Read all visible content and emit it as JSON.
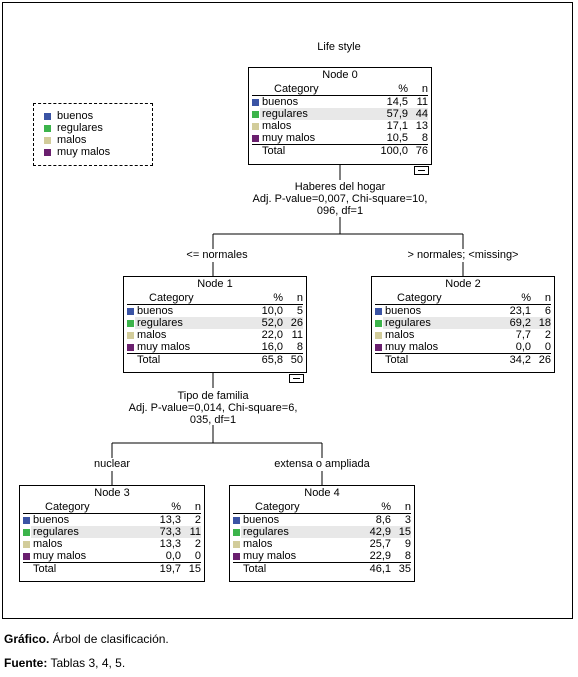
{
  "title": "Life style",
  "legend": [
    {
      "label": "buenos",
      "color": "#3a53a4"
    },
    {
      "label": "regulares",
      "color": "#3cb44b"
    },
    {
      "label": "malos",
      "color": "#d2cc9a"
    },
    {
      "label": "muy malos",
      "color": "#6a1f6e"
    }
  ],
  "headers": {
    "category": "Category",
    "pct": "%",
    "n": "n",
    "total": "Total"
  },
  "nodes": {
    "n0": {
      "title": "Node 0",
      "rows": [
        {
          "cat": "buenos",
          "pct": "14,5",
          "n": "11"
        },
        {
          "cat": "regulares",
          "pct": "57,9",
          "n": "44"
        },
        {
          "cat": "malos",
          "pct": "17,1",
          "n": "13"
        },
        {
          "cat": "muy malos",
          "pct": "10,5",
          "n": "8"
        }
      ],
      "total_pct": "100,0",
      "total_n": "76"
    },
    "n1": {
      "title": "Node 1",
      "rows": [
        {
          "cat": "buenos",
          "pct": "10,0",
          "n": "5"
        },
        {
          "cat": "regulares",
          "pct": "52,0",
          "n": "26"
        },
        {
          "cat": "malos",
          "pct": "22,0",
          "n": "11"
        },
        {
          "cat": "muy malos",
          "pct": "16,0",
          "n": "8"
        }
      ],
      "total_pct": "65,8",
      "total_n": "50"
    },
    "n2": {
      "title": "Node 2",
      "rows": [
        {
          "cat": "buenos",
          "pct": "23,1",
          "n": "6"
        },
        {
          "cat": "regulares",
          "pct": "69,2",
          "n": "18"
        },
        {
          "cat": "malos",
          "pct": "7,7",
          "n": "2"
        },
        {
          "cat": "muy malos",
          "pct": "0,0",
          "n": "0"
        }
      ],
      "total_pct": "34,2",
      "total_n": "26"
    },
    "n3": {
      "title": "Node 3",
      "rows": [
        {
          "cat": "buenos",
          "pct": "13,3",
          "n": "2"
        },
        {
          "cat": "regulares",
          "pct": "73,3",
          "n": "11"
        },
        {
          "cat": "malos",
          "pct": "13,3",
          "n": "2"
        },
        {
          "cat": "muy malos",
          "pct": "0,0",
          "n": "0"
        }
      ],
      "total_pct": "19,7",
      "total_n": "15"
    },
    "n4": {
      "title": "Node 4",
      "rows": [
        {
          "cat": "buenos",
          "pct": "8,6",
          "n": "3"
        },
        {
          "cat": "regulares",
          "pct": "42,9",
          "n": "15"
        },
        {
          "cat": "malos",
          "pct": "25,7",
          "n": "9"
        },
        {
          "cat": "muy malos",
          "pct": "22,9",
          "n": "8"
        }
      ],
      "total_pct": "46,1",
      "total_n": "35"
    }
  },
  "split0": {
    "var": "Haberes del hogar",
    "stat1": "Adj. P-value=0,007, Chi-square=10,",
    "stat2": "096, df=1",
    "left": "<= normales",
    "right": "> normales; <missing>"
  },
  "split1": {
    "var": "Tipo de familia",
    "stat1": "Adj. P-value=0,014, Chi-square=6,",
    "stat2": "035, df=1",
    "left": "nuclear",
    "right": "extensa o ampliada"
  },
  "caption": {
    "label": "Gráfico.",
    "text": " Árbol de clasificación."
  },
  "source": {
    "label": "Fuente:",
    "text": " Tablas 3, 4, 5."
  }
}
